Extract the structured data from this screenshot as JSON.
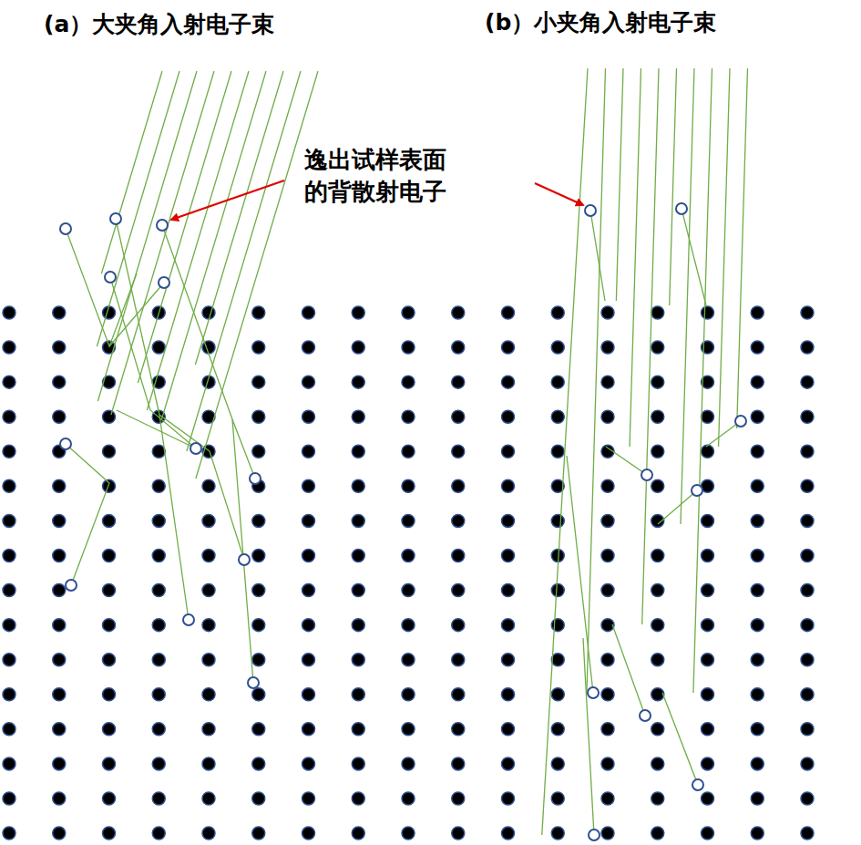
{
  "diagram": {
    "labels": [
      "(a）大夹角入射电子束",
      "(b）小夹角入射电子束",
      "逸出试样表面的背散射电子"
    ]
  }
}
